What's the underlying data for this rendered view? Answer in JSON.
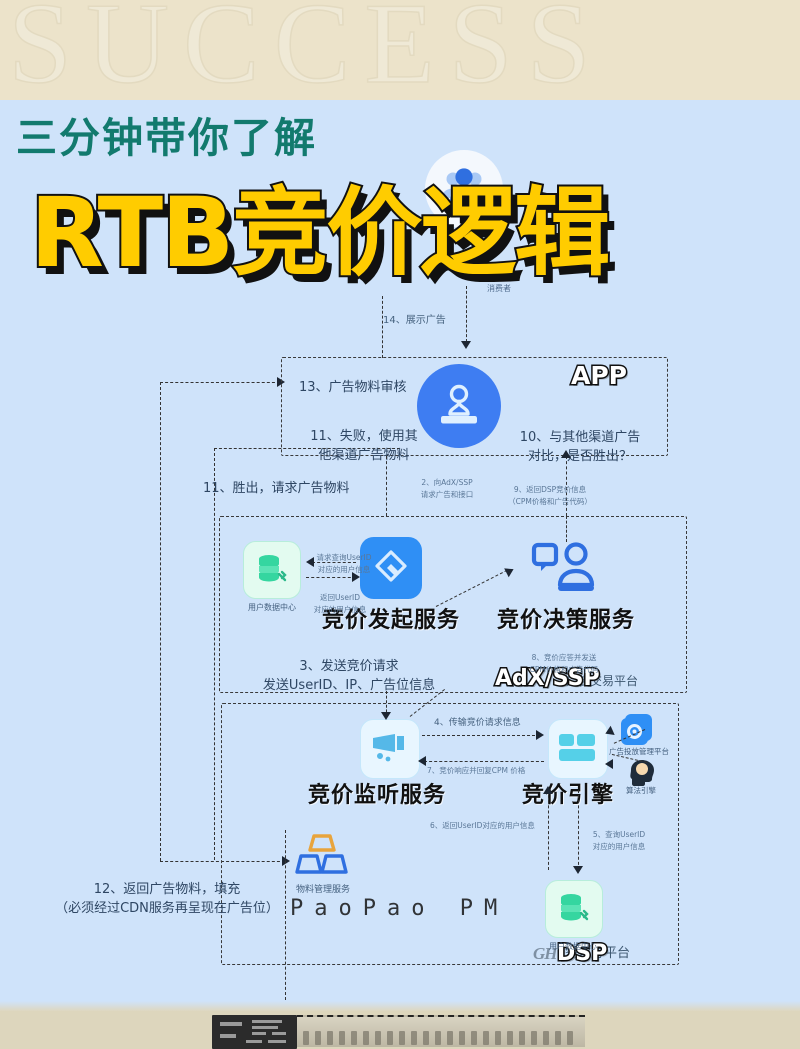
{
  "banner": {
    "watermark_text": "SUCCESS"
  },
  "headline": {
    "kicker": "三分钟带你了解",
    "title": "RTB竞价逻辑"
  },
  "diagram": {
    "consumer_label": "消费者",
    "zones": [
      {
        "key": "app",
        "overlay": "APP",
        "caption": ""
      },
      {
        "key": "adxssp",
        "overlay": "AdX/SSP",
        "caption": "广告交易平台"
      },
      {
        "key": "dsp",
        "overlay": "DSP",
        "caption": "需求方平台"
      }
    ],
    "services": [
      {
        "key": "bid_init",
        "label": "竞价发起服务"
      },
      {
        "key": "bid_decision",
        "label": "竞价决策服务"
      },
      {
        "key": "bid_listen",
        "label": "竞价监听服务"
      },
      {
        "key": "bid_engine",
        "label": "竞价引擎"
      }
    ],
    "icon_labels": [
      {
        "key": "user_data_center_left",
        "label": "用户数据中心"
      },
      {
        "key": "material_mgmt_service",
        "label": "物料管理服务"
      },
      {
        "key": "ad_delivery_platform",
        "label": "广告投放管理平台"
      },
      {
        "key": "algorithm_engine",
        "label": "算法引擎"
      },
      {
        "key": "user_data_center_right",
        "label": "用户数据中心"
      }
    ],
    "steps": [
      {
        "no": "14",
        "text": "14、展示广告"
      },
      {
        "no": "13",
        "text": "13、广告物料审核"
      },
      {
        "no": "11a",
        "text": "11、失败，使用其\n他渠道广告物料"
      },
      {
        "no": "10",
        "text": "10、与其他渠道广告\n对比，是否胜出？"
      },
      {
        "no": "11b",
        "text": "11、胜出，请求广告物料"
      },
      {
        "no": "2",
        "text": "2、向AdX/SSP\n请求广告和接口"
      },
      {
        "no": "9",
        "text": "9、返回DSP竞价信息\n（CPM价格和广告代码）"
      },
      {
        "no": "q1",
        "text": "请求查询UserID\n对应的用户信息"
      },
      {
        "no": "q2",
        "text": "返回UserID\n对应的用户信息"
      },
      {
        "no": "3",
        "text": "3、发送竞价请求\n发送UserID、IP、广告位信息"
      },
      {
        "no": "8",
        "text": "8、竞价应答并发送\nCPM价格和广告代码"
      },
      {
        "no": "4",
        "text": "4、传输竞价请求信息"
      },
      {
        "no": "7",
        "text": "7、竞价响应并回复CPM 价格"
      },
      {
        "no": "6",
        "text": "6、返回UserID对应的用户信息"
      },
      {
        "no": "5",
        "text": "5、查询UserID\n对应的用户信息"
      },
      {
        "no": "12",
        "text": "12、返回广告物料，填充\n（必须经过CDN服务再呈现在广告位）"
      }
    ],
    "watermark": "PaoPao PM",
    "gh_mark": "GH"
  },
  "colors": {
    "background": "#cfe3fa",
    "banner": "#ece3ca",
    "title_yellow": "#FFCC00",
    "kicker_green": "#127a6e",
    "node_blue": "#3e7df2",
    "node_mint": "#e3fbf0"
  }
}
